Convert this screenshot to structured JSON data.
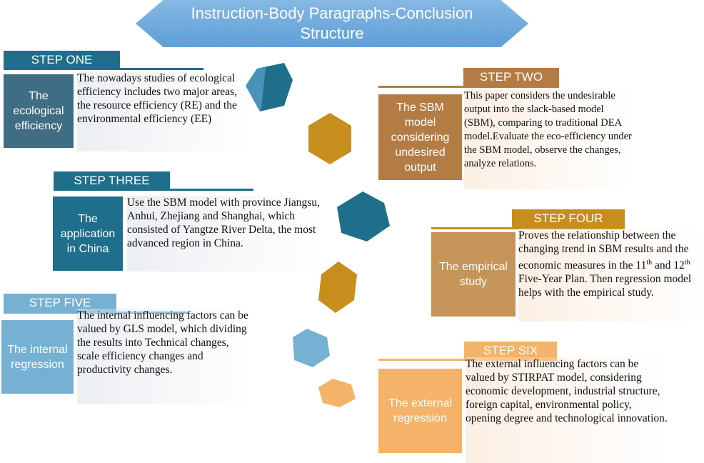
{
  "title": "Instruction-Body Paragraphs-Conclusion Structure",
  "colors": {
    "banner": "#6aa8dc",
    "teal": "#1f6e8c",
    "slate": "#3f6d84",
    "light_blue": "#76b1d3",
    "orange": "#c78d1d",
    "brown": "#b47c45",
    "tan": "#c49458",
    "light_orange": "#f4b368"
  },
  "steps": [
    {
      "label": "STEP ONE",
      "box": "The ecological efficiency",
      "text": "The nowadays studies of ecological efficiency includes two major areas, the resource efficiency (RE) and the environmental efficiency (EE)"
    },
    {
      "label": "STEP TWO",
      "box": "The SBM model considering undesired output",
      "text": "This paper considers the undesirable output into the slack-based model (SBM), comparing to traditional DEA model.Evaluate the eco-efficiency under the SBM model, observe the changes, analyze relations."
    },
    {
      "label": "STEP THREE",
      "box": "The application in China",
      "text": "Use the SBM model with province Jiangsu, Anhui, Zhejiang and Shanghai, which consisted of Yangtze River Delta, the most advanced region in China."
    },
    {
      "label": "STEP FOUR",
      "box": "The empirical study",
      "text_before": "Proves the relationship between the changing trend in SBM results and the economic measures in the 11",
      "sup1": "th",
      "text_mid": " and 12",
      "sup2": "th",
      "text_after": " Five-Year Plan. Then regression model helps with the empirical study."
    },
    {
      "label": "STEP FIVE",
      "box": "The internal regression",
      "text": "The internal influencing factors can be valued by GLS model, which dividing the results into Technical changes, scale efficiency changes and productivity changes."
    },
    {
      "label": "STEP SIX",
      "box": "The external regression",
      "text": "The external influencing factors can be valued by STIRPAT model, considering economic development, industrial structure, foreign capital, environmental policy, opening degree and technological innovation."
    }
  ]
}
